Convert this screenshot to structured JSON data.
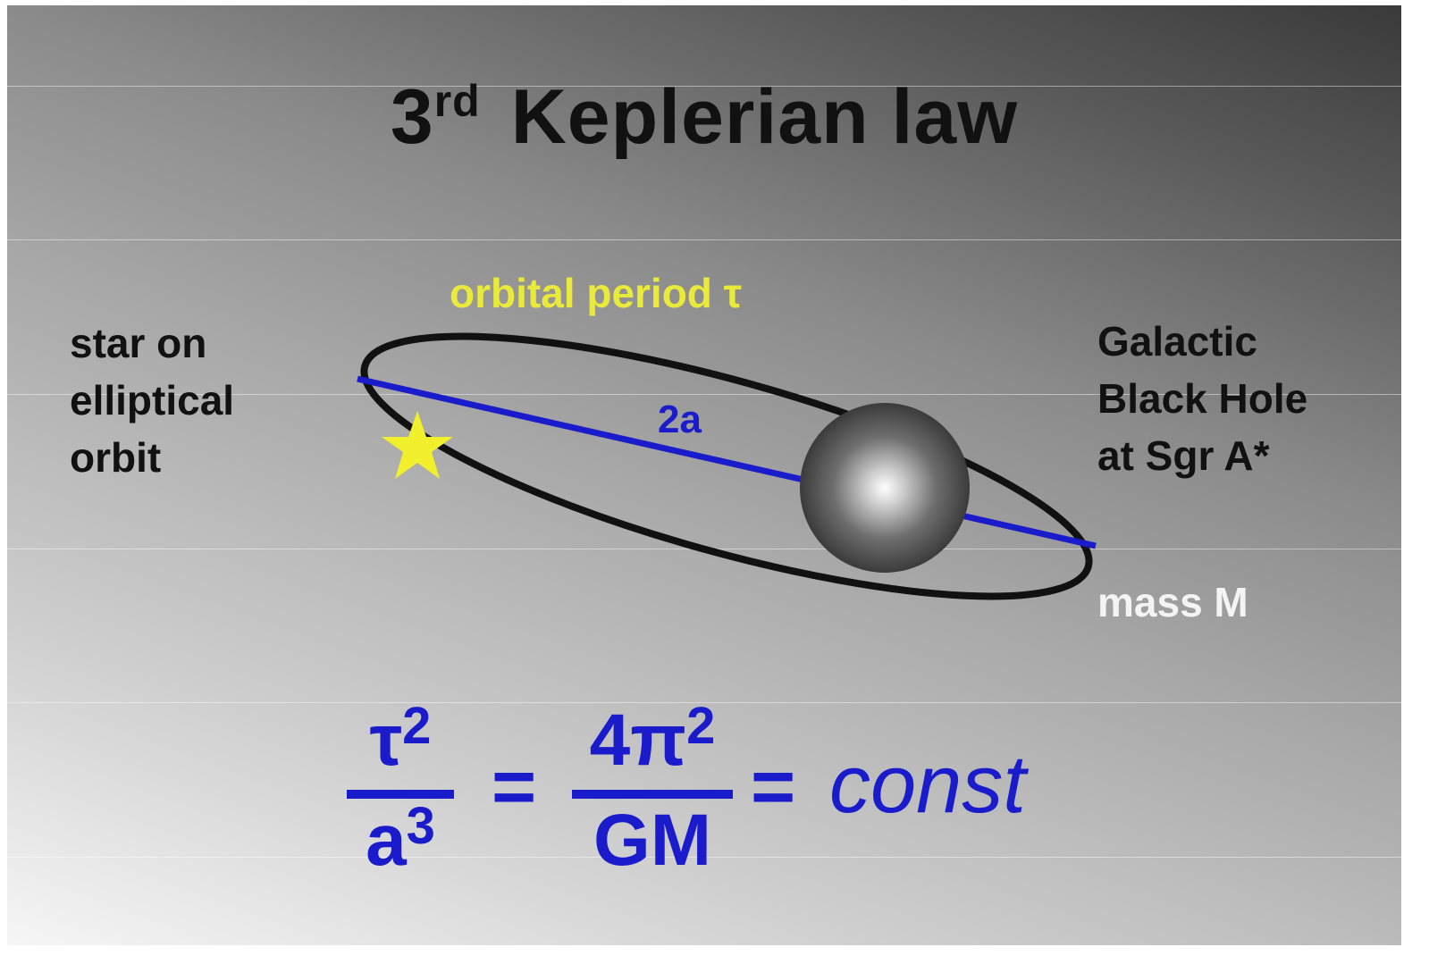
{
  "title": {
    "main": "3",
    "sup": "rd",
    "rest": "Keplerian law"
  },
  "labels": {
    "star": [
      "star on",
      "elliptical",
      "orbit"
    ],
    "period": "orbital period τ",
    "axis": "2a",
    "blackhole": [
      "Galactic",
      "Black Hole",
      "at Sgr A*"
    ],
    "mass": "mass M"
  },
  "formula": {
    "frac1_num": "τ",
    "frac1_num_sup": "2",
    "frac1_den": "a",
    "frac1_den_sup": "3",
    "eq1": "=",
    "frac2_num": "4π",
    "frac2_num_sup": "2",
    "frac2_den": "GM",
    "eq2": "=",
    "const": "const"
  },
  "colors": {
    "label_yellow": "#e9ea3a",
    "formula_blue": "#1a1ccc",
    "orbit_black": "#111111",
    "axis_blue": "#1a1ccc"
  },
  "icons": [
    "star-icon",
    "black-hole-sphere"
  ]
}
